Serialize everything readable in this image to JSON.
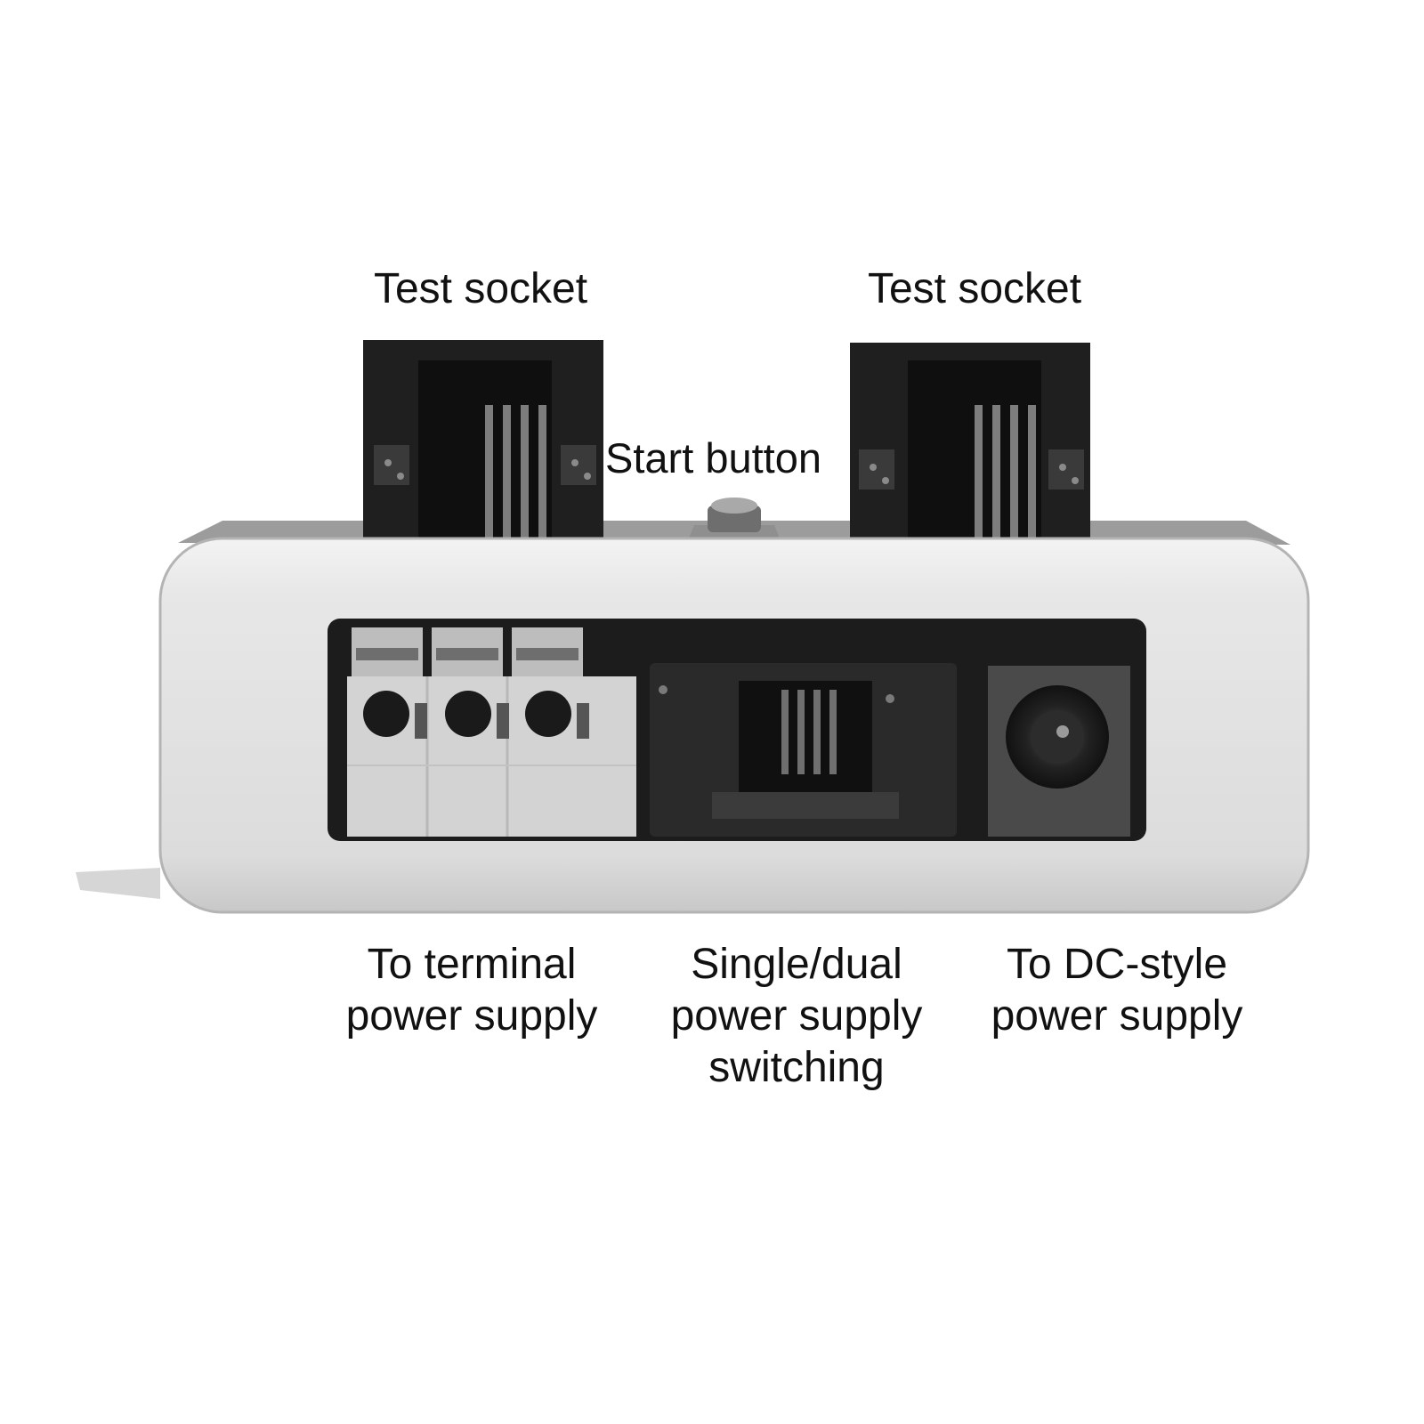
{
  "labels": {
    "test_socket_left": "Test socket",
    "test_socket_right": "Test socket",
    "start_button": "Start button",
    "terminal_power": [
      "To terminal",
      "power supply"
    ],
    "switching": [
      "Single/dual",
      "power supply",
      "switching"
    ],
    "dc_power": [
      "To DC-style",
      "power supply"
    ]
  },
  "colors": {
    "background": "#ffffff",
    "housing": "#e4e4e4",
    "housing_shadow": "#bdbdbd",
    "socket_black": "#1e1e1e",
    "pin_gray": "#7a7a7a",
    "terminal_block": "#d2d2d2",
    "text": "#111111"
  }
}
